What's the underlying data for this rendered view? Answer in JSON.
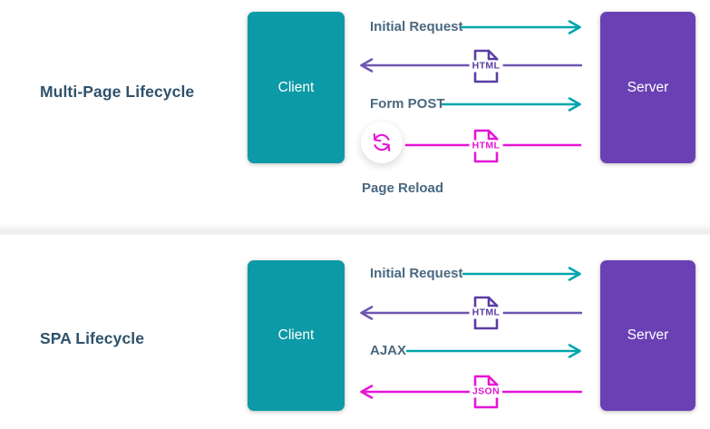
{
  "palette": {
    "teal_box": "#0c9aa6",
    "teal_arrow": "#00a5ad",
    "purple_box": "#6a40b4",
    "purple_arrow": "#6e57b0",
    "purple_icon": "#5b3da4",
    "magenta": "#e616d7",
    "row_label": "#4a6880",
    "title": "#2f516b"
  },
  "sections": [
    {
      "title": "Multi-Page Lifecycle",
      "client": "Client",
      "server": "Server",
      "arrows": [
        {
          "label": "Initial Request",
          "direction": "right",
          "color": "teal"
        },
        {
          "icon_label": "HTML",
          "direction": "left",
          "color": "purple"
        },
        {
          "label": "Form POST",
          "direction": "right",
          "color": "teal"
        },
        {
          "icon_label": "HTML",
          "direction": "left",
          "color": "magenta",
          "note": "Page Reload",
          "reload_icon": true
        }
      ]
    },
    {
      "title": "SPA Lifecycle",
      "client": "Client",
      "server": "Server",
      "arrows": [
        {
          "label": "Initial Request",
          "direction": "right",
          "color": "teal"
        },
        {
          "icon_label": "HTML",
          "direction": "left",
          "color": "purple"
        },
        {
          "label": "AJAX",
          "direction": "right",
          "color": "teal"
        },
        {
          "icon_label": "JSON",
          "direction": "left",
          "color": "magenta"
        }
      ]
    }
  ]
}
